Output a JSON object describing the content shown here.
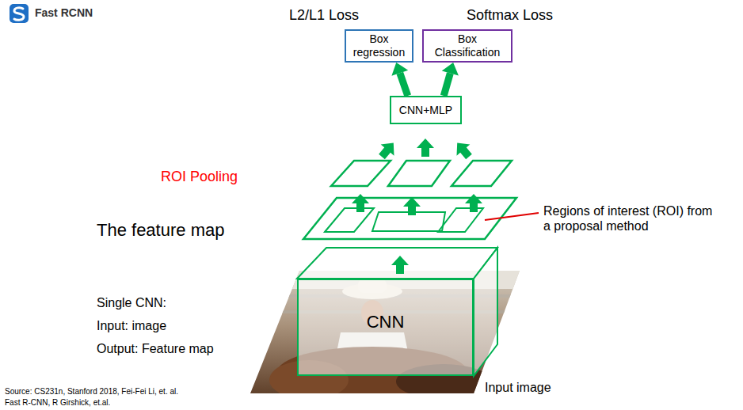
{
  "diagram": {
    "title": "Fast RCNN",
    "nodes": [
      {
        "text": [
          "L2/L1 Loss",
          "Box regression"
        ]
      },
      {
        "text": [
          "Softmax Loss",
          "Box Classification"
        ]
      },
      {
        "text": [
          "CNN+MLP"
        ]
      },
      {
        "text": [
          "CNN"
        ]
      }
    ],
    "edges": [
      {
        "from": 2,
        "to": 0,
        "arrow": "to"
      },
      {
        "from": 2,
        "to": 1,
        "arrow": "to"
      }
    ],
    "labels": [
      "ROI Pooling",
      "The feature map",
      "Regions of interest (ROI) from a proposal method",
      "Single CNN:",
      "Input: image",
      "Output: Feature map",
      "Input image",
      "Source: CS231n, Stanford 2018, Fei-Fei Li, et. al.",
      "Fast R-CNN, R Girshick, et.al."
    ]
  }
}
